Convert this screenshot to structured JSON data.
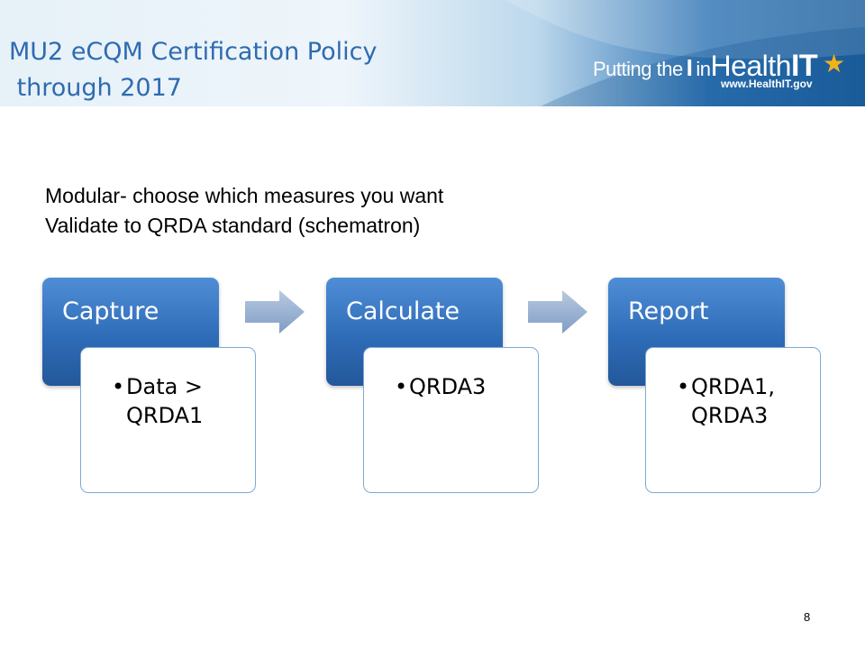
{
  "header": {
    "title_line1": "MU2 eCQM Certification Policy",
    "title_line2": " through 2017",
    "logo": {
      "text_putting": "Putting the",
      "text_i": "I",
      "text_in": "in",
      "text_health": "Health",
      "text_it": "IT",
      "url": "www.HealthIT.gov"
    }
  },
  "subtitle": {
    "line1": "Modular- choose which measures you want",
    "line2": "Validate to QRDA standard (schematron)"
  },
  "process": {
    "steps": [
      {
        "title": "Capture",
        "bullets": [
          "Data > QRDA1"
        ]
      },
      {
        "title": "Calculate",
        "bullets": [
          "QRDA3"
        ]
      },
      {
        "title": "Report",
        "bullets": [
          "QRDA1, QRDA3"
        ]
      }
    ]
  },
  "footer": {
    "page_number": "8"
  },
  "colors": {
    "title": "#2e6bb0",
    "step_head": "#2f6cb8",
    "step_border": "#7ea9d6",
    "logo_star": "#f2b21c"
  }
}
